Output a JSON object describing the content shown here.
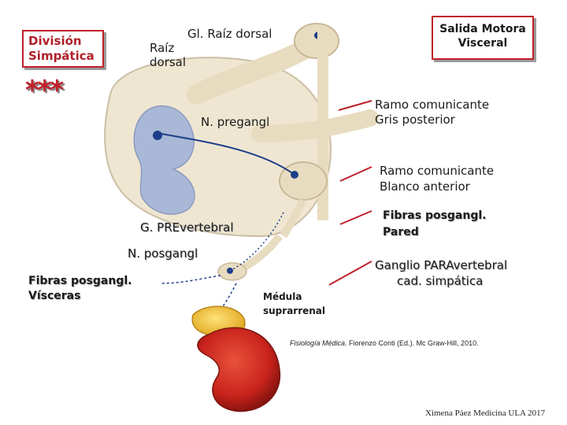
{
  "division_box": {
    "line1": "División",
    "line2": "Simpática"
  },
  "stars": "***",
  "motor_box": {
    "line1": "Salida Motora",
    "line2": "Visceral"
  },
  "labels": {
    "gl_raiz_dorsal": "Gl. Raíz dorsal",
    "raiz_dorsal_1": "Raíz",
    "raiz_dorsal_2": "dorsal",
    "n_pregangl": "N. pregangl",
    "ramo_gris_1": "Ramo comunicante",
    "ramo_gris_2": "Gris posterior",
    "ramo_blanco_1": "Ramo comunicante",
    "ramo_blanco_2": "Blanco anterior",
    "g_prevertebral": "G. PREvertebral",
    "n_posgangl": "N. posgangl",
    "fibras_visceras_1": "Fibras posgangl.",
    "fibras_visceras_2": "Vísceras",
    "fibras_pared_1": "Fibras posgangl.",
    "fibras_pared_2": "Pared",
    "ganglio_para_1": "Ganglio PARAvertebral",
    "ganglio_para_2": "cad. simpática",
    "medula_1": "Médula",
    "medula_2": "suprarrenal"
  },
  "citation": {
    "title": "Fisiología Médica",
    "rest": ". Fiorenzo Conti (Ed.). Mc Graw-Hill, 2010."
  },
  "footer": "Ximena Páez Medicina ULA 2017",
  "colors": {
    "accent_red": "#c0202a",
    "nerve_beige": "#e8dcc0",
    "gray_matter": "#a9b8d6",
    "neuron_blue": "#1d3f8a",
    "kidney_red": "#c8231c",
    "adrenal_yellow": "#f2c23a"
  }
}
